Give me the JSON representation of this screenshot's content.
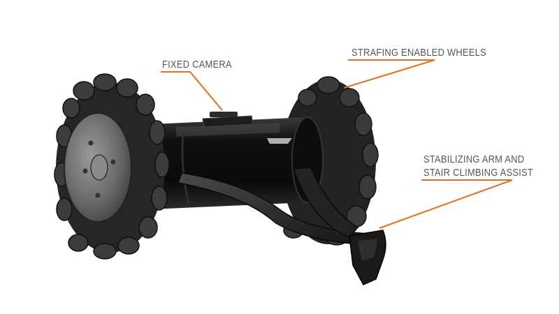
{
  "callouts": {
    "camera": "FIXED CAMERA",
    "wheels": "STRAFING ENABLED WHEELS",
    "arm_line1": "STABILIZING ARM AND",
    "arm_line2": "STAIR CLIMBING ASSIST"
  },
  "colors": {
    "leader": "#e0701e",
    "label": "#555555",
    "body": "#141414",
    "wheel": "#2a2a2a",
    "hub": "#6e6e6e"
  }
}
